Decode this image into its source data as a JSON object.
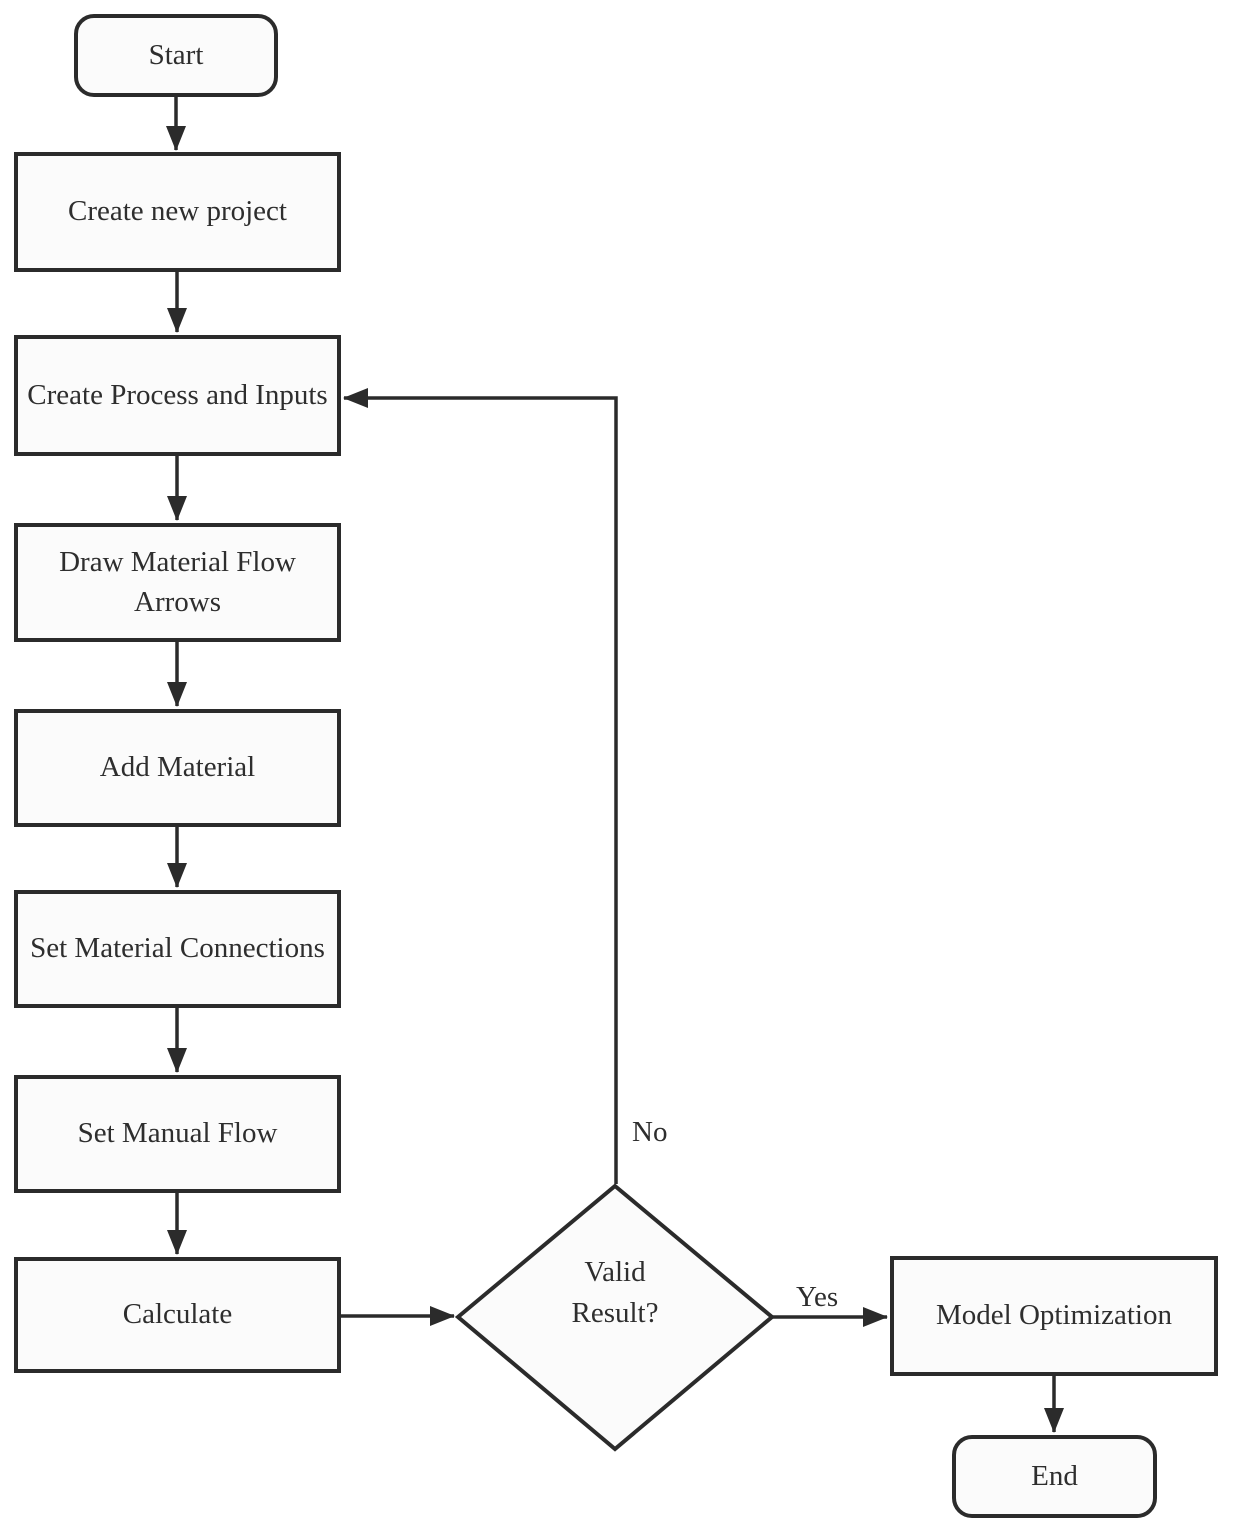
{
  "flowchart": {
    "nodes": {
      "start": {
        "label": "Start",
        "shape": "terminator"
      },
      "create_new_project": {
        "label": "Create new project",
        "shape": "process"
      },
      "create_process_inputs": {
        "label": "Create Process and Inputs",
        "shape": "process"
      },
      "draw_material_flow": {
        "label": "Draw Material Flow Arrows",
        "shape": "process"
      },
      "add_material": {
        "label": "Add Material",
        "shape": "process"
      },
      "set_material_connections": {
        "label": "Set Material Connections",
        "shape": "process"
      },
      "set_manual_flow": {
        "label": "Set Manual Flow",
        "shape": "process"
      },
      "calculate": {
        "label": "Calculate",
        "shape": "process"
      },
      "valid_result": {
        "label": "Valid Result?",
        "shape": "decision"
      },
      "model_optimization": {
        "label": "Model Optimization",
        "shape": "process"
      },
      "end": {
        "label": "End",
        "shape": "terminator"
      }
    },
    "edges": [
      {
        "from": "start",
        "to": "create_new_project",
        "label": ""
      },
      {
        "from": "create_new_project",
        "to": "create_process_inputs",
        "label": ""
      },
      {
        "from": "create_process_inputs",
        "to": "draw_material_flow",
        "label": ""
      },
      {
        "from": "draw_material_flow",
        "to": "add_material",
        "label": ""
      },
      {
        "from": "add_material",
        "to": "set_material_connections",
        "label": ""
      },
      {
        "from": "set_material_connections",
        "to": "set_manual_flow",
        "label": ""
      },
      {
        "from": "set_manual_flow",
        "to": "calculate",
        "label": ""
      },
      {
        "from": "calculate",
        "to": "valid_result",
        "label": ""
      },
      {
        "from": "valid_result",
        "to": "model_optimization",
        "label": "Yes"
      },
      {
        "from": "valid_result",
        "to": "create_process_inputs",
        "label": "No"
      },
      {
        "from": "model_optimization",
        "to": "end",
        "label": ""
      }
    ],
    "edge_labels": {
      "yes": "Yes",
      "no": "No"
    },
    "colors": {
      "background": "#ffffff",
      "line": "#2b2b2b",
      "node_fill": "#fbfbfb",
      "node_border": "#2b2b2b",
      "text": "#2e2e2e"
    }
  }
}
